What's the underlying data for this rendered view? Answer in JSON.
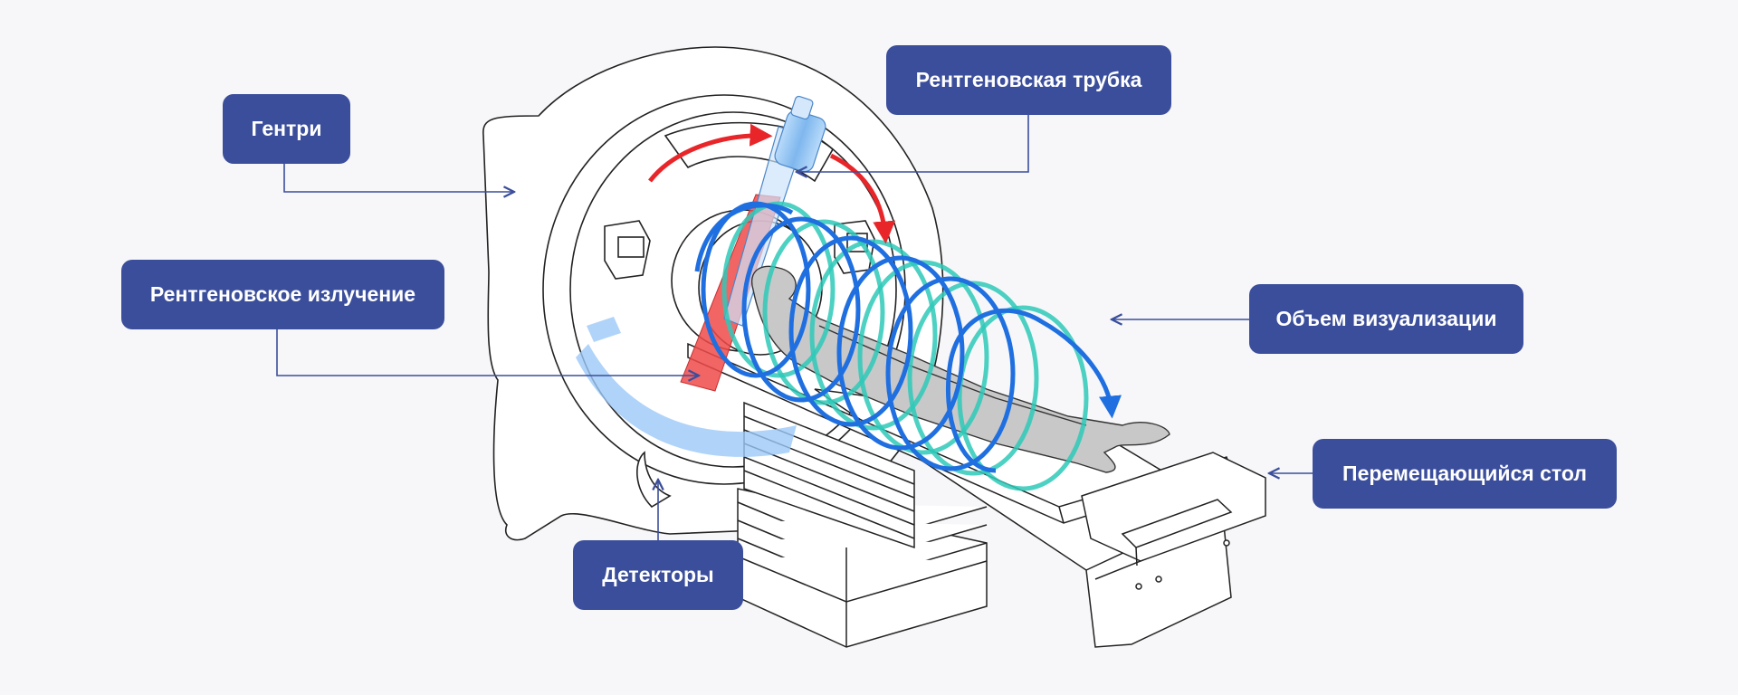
{
  "labels": {
    "gantry": "Гентри",
    "xray_tube": "Рентгеновская трубка",
    "xray_radiation": "Рентгеновское излучение",
    "imaging_volume": "Объем визуализации",
    "moving_table": "Перемещающийся стол",
    "detectors": "Детекторы"
  },
  "colors": {
    "label_background": "#3b4e9b",
    "label_text": "#ffffff",
    "rotation_arrow": "#e8262a",
    "helix_blue": "#1f6fe0",
    "helix_teal": "#2ec9b8",
    "xray_beam": "#f04a4a",
    "tube_blue": "#8ec2f5",
    "detector_blue": "#9cc8f8",
    "line_art": "#222222",
    "connector": "#3b4e9b"
  },
  "icons": {
    "scanner": "ct-scanner-illustration",
    "patient": "patient-figure",
    "arrow": "arrow-head"
  }
}
